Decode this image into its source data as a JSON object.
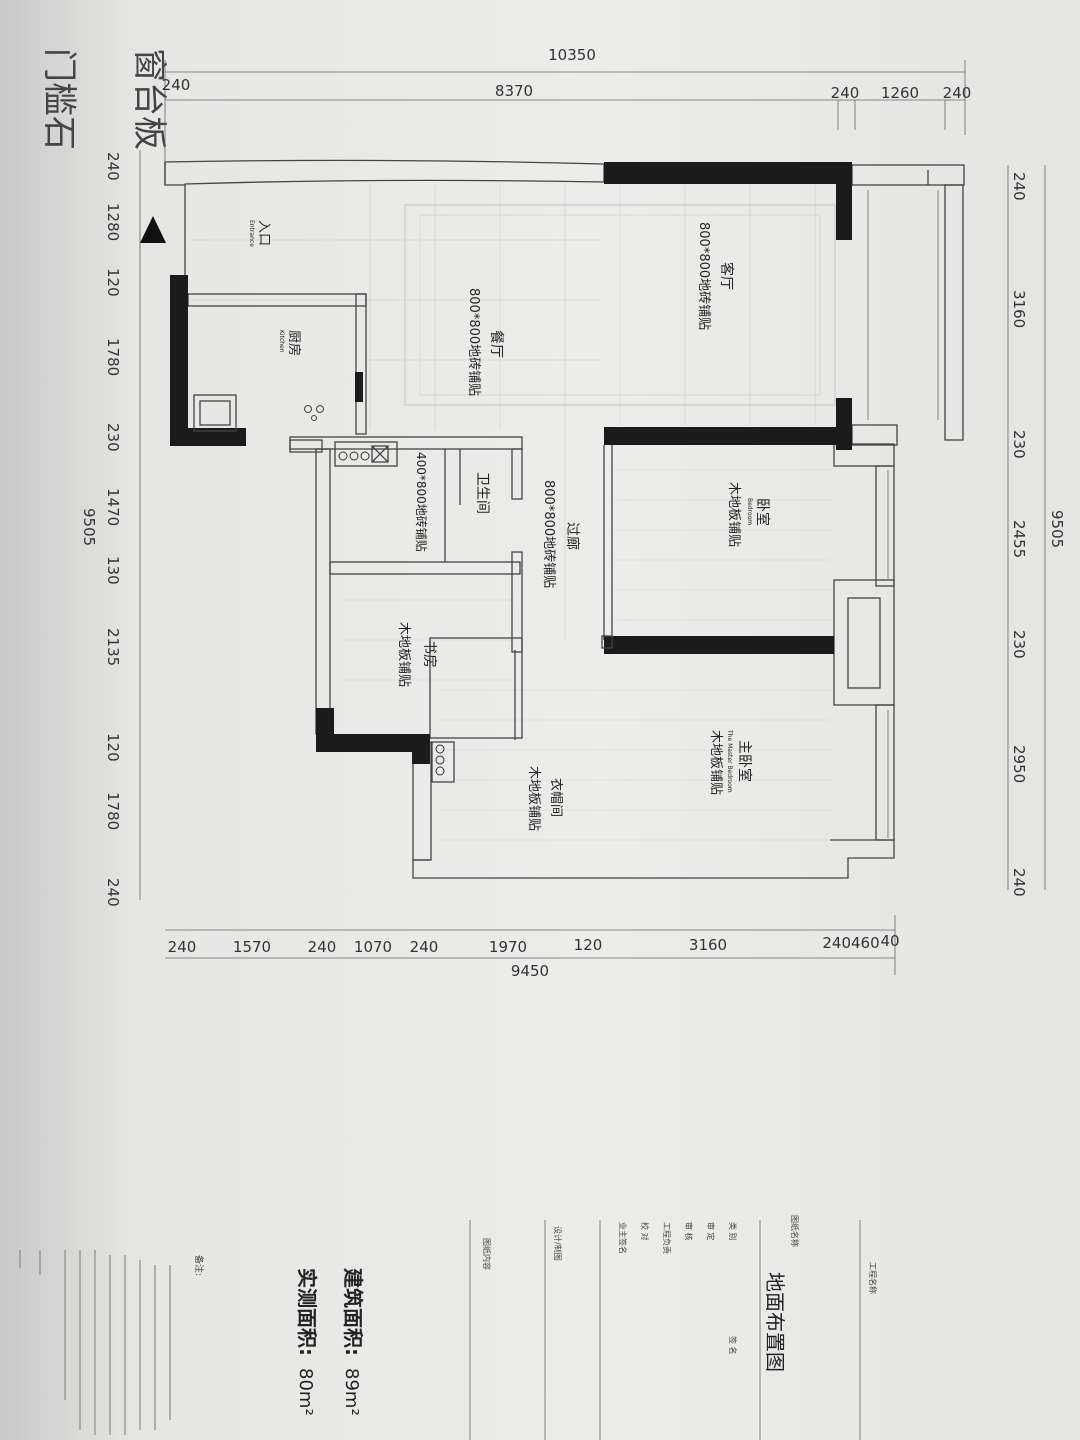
{
  "handwritten": {
    "line1": "窗台板",
    "line2": "门槛石"
  },
  "dims_top": {
    "total": "10350",
    "sub1": "240",
    "sub2": "8370",
    "sub3": "240",
    "sub4": "1260",
    "sub5": "240"
  },
  "dims_left": [
    "240",
    "1280",
    "120",
    "1780",
    "230",
    "1470",
    "130",
    "2135",
    "120",
    "1780",
    "240"
  ],
  "dims_left_total": "9505",
  "dims_right": [
    "240",
    "3160",
    "230",
    "2455",
    "230",
    "2950",
    "240"
  ],
  "dims_right_total": "9505",
  "dims_bottom": [
    "240",
    "1570",
    "240",
    "1070",
    "240",
    "1970",
    "120",
    "3160",
    "240460",
    "40"
  ],
  "dims_bottom_total": "9450",
  "rooms": {
    "entrance": {
      "cn": "入口",
      "en": "Entrance"
    },
    "kitchen": {
      "cn": "厨房",
      "en": "Kitchen"
    },
    "dining": {
      "cn": "餐厅",
      "floor": "800*800地砖铺贴"
    },
    "living": {
      "cn": "客厅",
      "floor": "800*800地砖铺贴"
    },
    "bathroom": {
      "cn": "卫生间",
      "floor": "400*800地砖铺贴"
    },
    "corridor": {
      "cn": "过廊",
      "floor": "800*800地砖铺贴"
    },
    "bedroom": {
      "cn": "卧室",
      "en": "Bedroom",
      "floor": "木地板铺贴"
    },
    "study": {
      "cn": "书房",
      "floor": "木地板铺贴"
    },
    "master": {
      "cn": "主卧室",
      "en": "The Master Bedroom",
      "floor": "木地板铺贴"
    },
    "closet": {
      "cn": "衣帽间",
      "floor": "木地板铺贴"
    }
  },
  "area": {
    "build_label": "建筑面积:",
    "build_value": "89m²",
    "actual_label": "实测面积:",
    "actual_value": "80m²"
  },
  "titleblock": {
    "project": "工程名称",
    "drawing_name_label": "图纸名称",
    "drawing_name": "地面布置图",
    "roles": [
      "类 别",
      "签 名",
      "审 定",
      "审 核",
      "工程负责",
      "校 对",
      "业主签名"
    ],
    "design": "设计/制图",
    "content": "图纸内容",
    "notes": "备注:"
  },
  "colors": {
    "wall": "#1b1b1b",
    "paper": "#ececea",
    "ink": "#333333"
  }
}
